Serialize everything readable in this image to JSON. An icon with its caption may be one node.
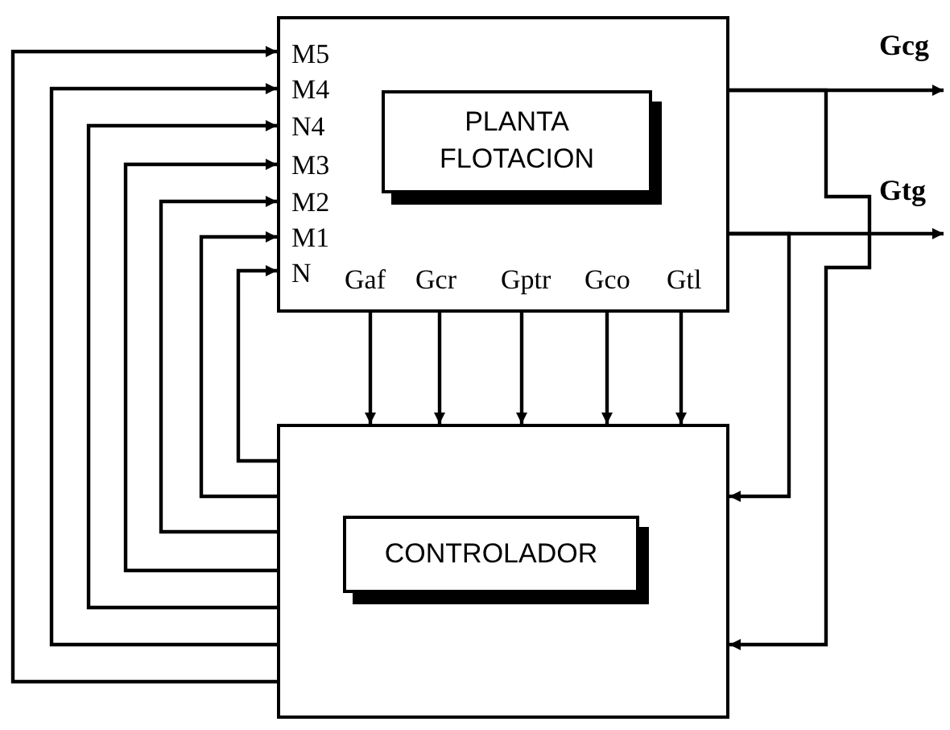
{
  "diagram": {
    "nodes": [
      {
        "text": [],
        "shape": "box"
      },
      {
        "text": [
          "PLANTA FLOTACION"
        ],
        "in": 0
      },
      {
        "text": [],
        "shape": "box"
      },
      {
        "text": [
          "CONTROLADOR"
        ],
        "in": 2
      },
      {
        "text": [
          "Gcg"
        ]
      },
      {
        "text": [
          "Gtg"
        ]
      }
    ],
    "edges": [
      {
        "from": 2,
        "to": 0,
        "arrow": "to"
      },
      {
        "from": 2,
        "to": 0,
        "arrow": "to"
      },
      {
        "from": 2,
        "to": 0,
        "arrow": "to"
      },
      {
        "from": 2,
        "to": 0,
        "arrow": "to"
      },
      {
        "from": 2,
        "to": 0,
        "arrow": "to"
      },
      {
        "from": 2,
        "to": 0,
        "arrow": "to"
      },
      {
        "from": 2,
        "to": 0,
        "arrow": "to"
      },
      {
        "from": 0,
        "to": 2,
        "arrow": "to"
      },
      {
        "from": 0,
        "to": 2,
        "arrow": "to"
      },
      {
        "from": 0,
        "to": 2,
        "arrow": "to"
      },
      {
        "from": 0,
        "to": 2,
        "arrow": "to"
      },
      {
        "from": 0,
        "to": 2,
        "arrow": "to"
      },
      {
        "from": 0,
        "to": 4,
        "arrow": "to"
      },
      {
        "from": 0,
        "to": 5,
        "arrow": "to"
      },
      {
        "from": 0,
        "to": 2,
        "arrow": "to"
      },
      {
        "from": 0,
        "to": 2,
        "arrow": "to"
      }
    ],
    "labels": [
      "M5",
      "M4",
      "N4",
      "M3",
      "M2",
      "M1",
      "N",
      "Gaf",
      "Gcr",
      "Gptr",
      "Gco",
      "Gtl"
    ]
  }
}
